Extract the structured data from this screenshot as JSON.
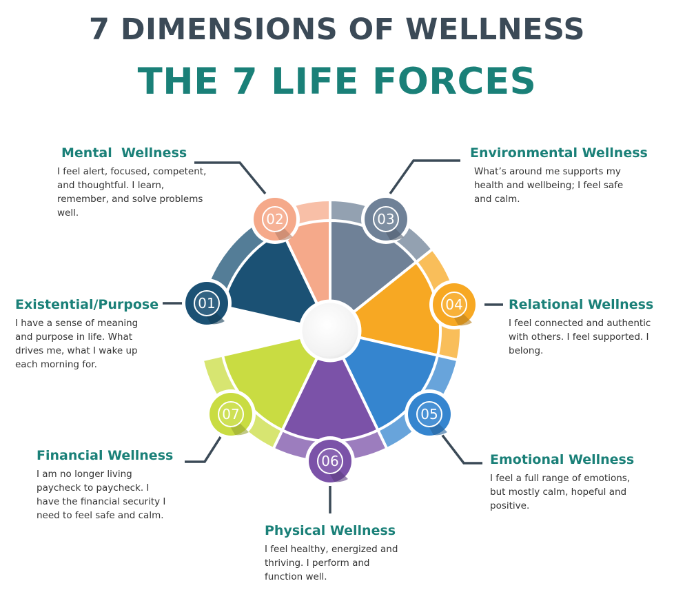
{
  "title": "7 DIMENSIONS OF WELLNESS",
  "subtitle": "THE 7 LIFE FORCES",
  "dimensions": [
    {
      "number": "01",
      "name": "Existential/Purpose",
      "description": "I have a sense of meaning and purpose in life. What drives me, what I wake up each morning for.",
      "color": "#1b5174"
    },
    {
      "number": "02",
      "name": "Mental  Wellness",
      "description": "I feel alert, focused, competent, and thoughtful. I learn, remember, and solve problems well.",
      "color": "#f5a98a"
    },
    {
      "number": "03",
      "name": "Environmental Wellness",
      "description": "What’s around me supports my health and wellbeing; I feel safe and calm.",
      "color": "#6f8197"
    },
    {
      "number": "04",
      "name": "Relational Wellness",
      "description": "I feel connected and authentic with others. I feel supported. I belong.",
      "color": "#f7a823"
    },
    {
      "number": "05",
      "name": "Emotional Wellness",
      "description": "I feel a full range of emotions, but mostly calm, hopeful and positive.",
      "color": "#3585cf"
    },
    {
      "number": "06",
      "name": "Physical Wellness",
      "description": "I feel healthy, energized and thriving. I perform and function well.",
      "color": "#7b52a8"
    },
    {
      "number": "07",
      "name": "Financial Wellness",
      "description": "I am no longer living paycheck to paycheck. I have the financial security I need to feel safe and calm.",
      "color": "#c9dc42"
    }
  ],
  "colors": {
    "title": "#3b4a57",
    "accent": "#1a8078",
    "connector": "#3b4a57"
  }
}
